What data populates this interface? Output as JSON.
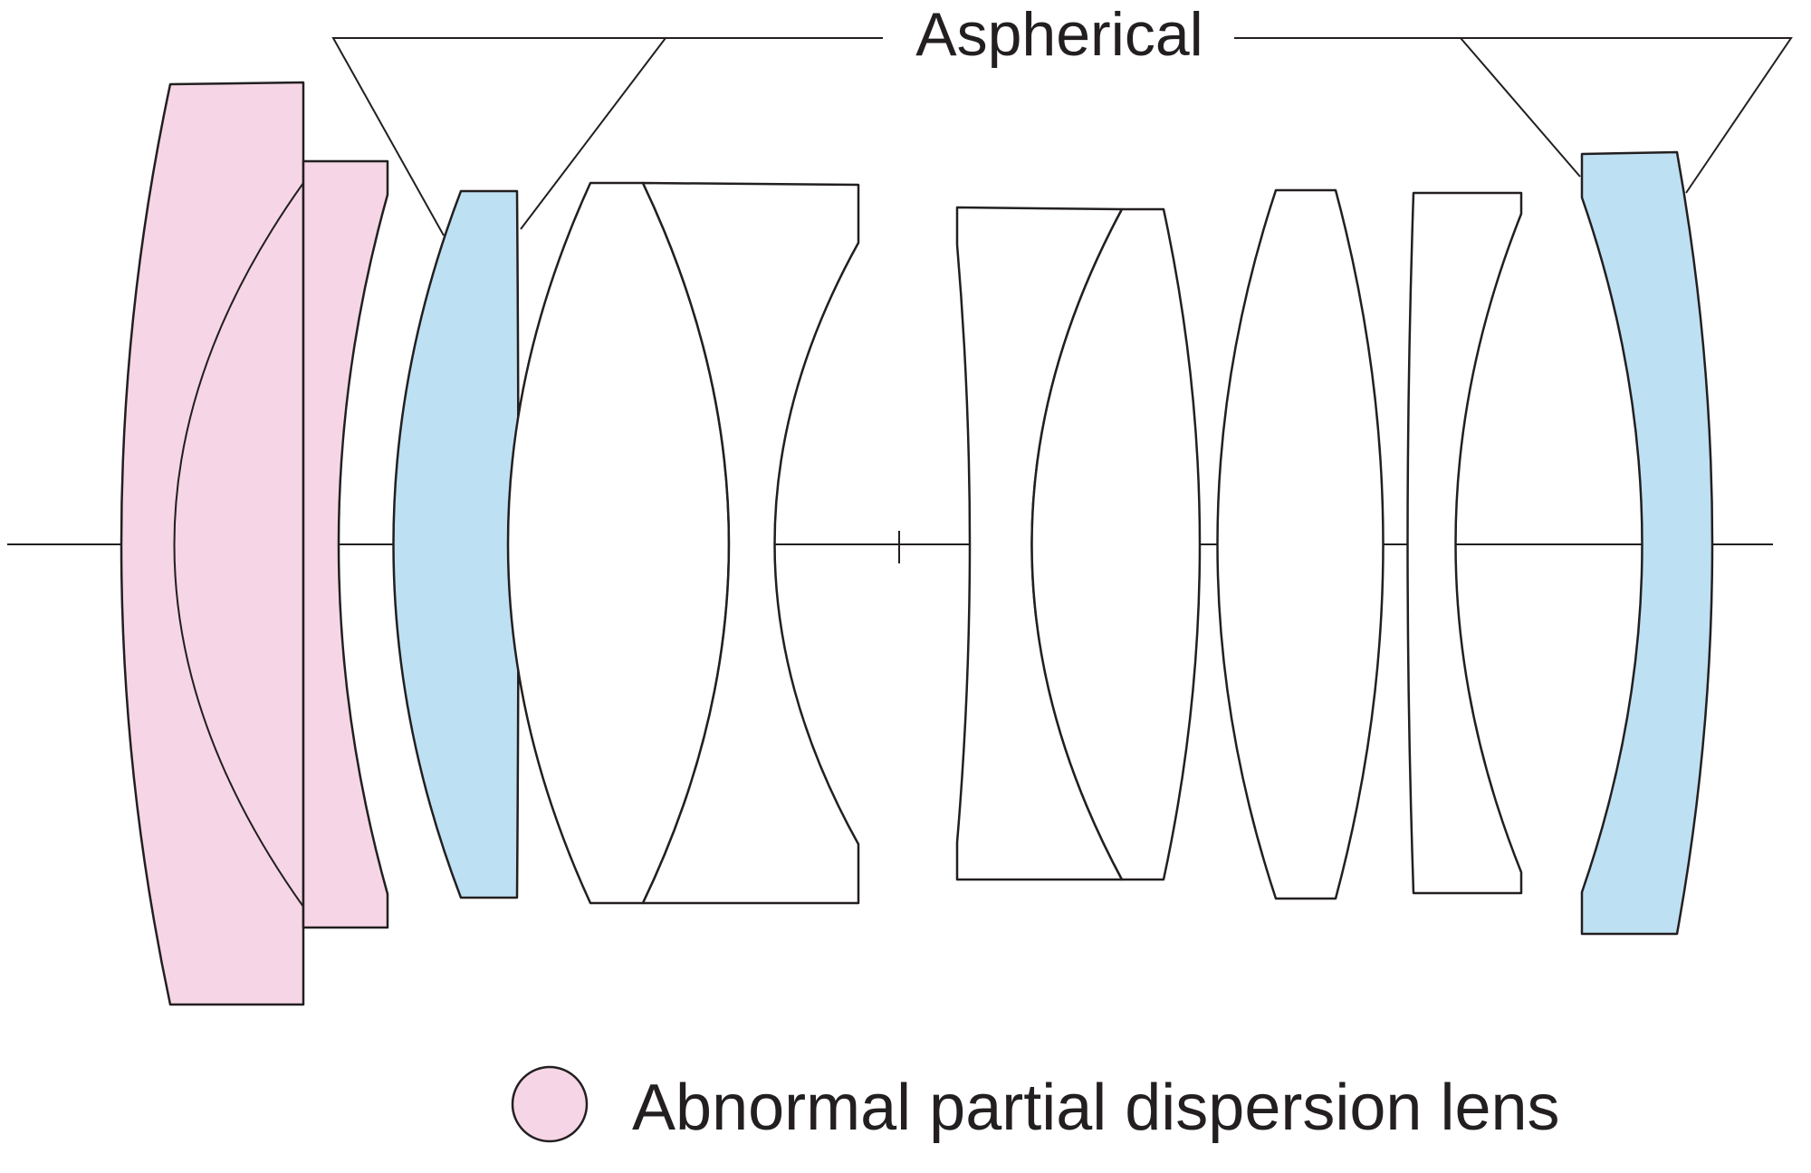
{
  "labels": {
    "aspherical": "Aspherical",
    "legend_text": "Abnormal partial dispersion lens"
  },
  "colors": {
    "abnormal_partial_dispersion": "#f6d6e6",
    "aspherical": "#bde0f3",
    "plain": "#ffffff",
    "outline": "#231f20"
  },
  "lens_elements": [
    {
      "name": "element-1",
      "type": "abnormal-partial-dispersion"
    },
    {
      "name": "element-2",
      "type": "abnormal-partial-dispersion"
    },
    {
      "name": "element-3",
      "type": "aspherical"
    },
    {
      "name": "element-4",
      "type": "plain"
    },
    {
      "name": "element-5",
      "type": "plain"
    },
    {
      "name": "element-6",
      "type": "plain"
    },
    {
      "name": "element-7",
      "type": "plain"
    },
    {
      "name": "element-8",
      "type": "plain"
    },
    {
      "name": "element-9",
      "type": "plain"
    },
    {
      "name": "element-10",
      "type": "aspherical"
    }
  ]
}
